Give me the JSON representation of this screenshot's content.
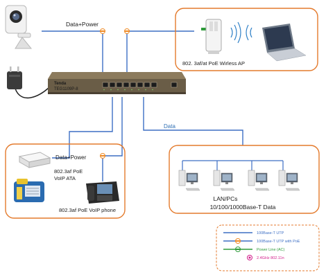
{
  "labels": {
    "data_power_top": "Data+Power",
    "ap_label": "802. 3af/at PoE Wirless AP",
    "data_mid": "Data",
    "data_power_left": "Data+Power",
    "ata_line1": "802.3af PoE",
    "ata_line2": "VoIP ATA",
    "phone_label": "802.3af PoE VoIP phone",
    "lan_line1": "LAN/PCs",
    "lan_line2": "10/100/1000Base-T Data",
    "switch_brand": "Tenda",
    "switch_model": "TEG1109P-8"
  },
  "legend": {
    "items": [
      {
        "label": "100Base-T UTP",
        "style": "line"
      },
      {
        "label": "100Base-T UTP with PoE",
        "style": "poe"
      },
      {
        "label": "Power Line (AC)",
        "style": "power"
      },
      {
        "label": "2.4GHz 802.11n",
        "style": "wireless"
      }
    ]
  },
  "colors": {
    "cable": "#3d6fc4",
    "poe_marker": "#f08a24",
    "power_line": "#2e9b3a",
    "wireless": "#d21c8a",
    "box_border": "#e47a2c",
    "legend_border": "#e47a2c"
  },
  "icons": {
    "camera": "ip-camera-icon",
    "adapter": "power-adapter-icon",
    "switch": "poe-switch-icon",
    "ap": "access-point-icon",
    "laptop": "laptop-icon",
    "ata": "voip-ata-icon",
    "fax": "fax-phone-icon",
    "phone": "voip-phone-icon",
    "pc": "desktop-pc-icon"
  }
}
